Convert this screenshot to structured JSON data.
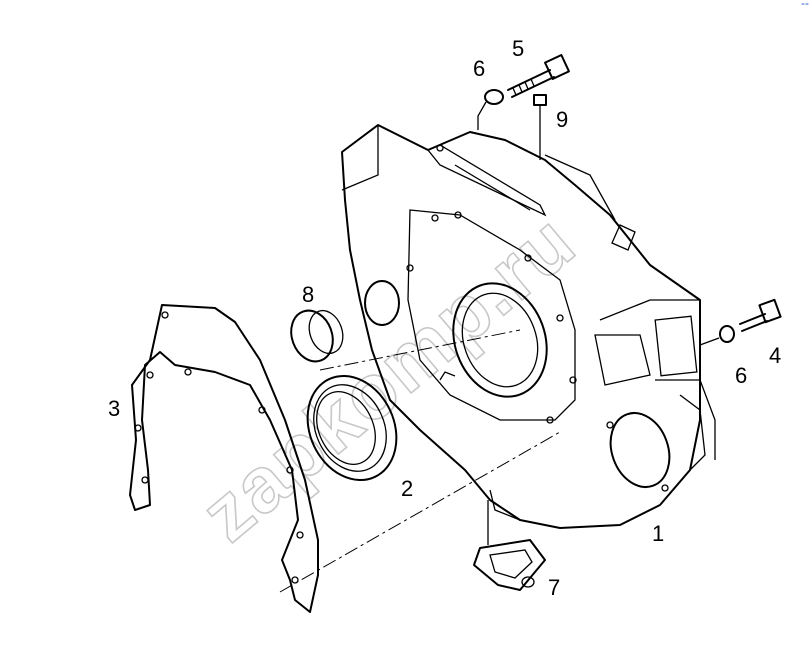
{
  "watermark": "zapkomp.ru",
  "corner_mark": "--",
  "callouts": [
    {
      "id": "c1",
      "label": "1"
    },
    {
      "id": "c2",
      "label": "2"
    },
    {
      "id": "c3",
      "label": "3"
    },
    {
      "id": "c4",
      "label": "4"
    },
    {
      "id": "c5",
      "label": "5"
    },
    {
      "id": "c6a",
      "label": "6"
    },
    {
      "id": "c6b",
      "label": "6"
    },
    {
      "id": "c7",
      "label": "7"
    },
    {
      "id": "c8",
      "label": "8"
    },
    {
      "id": "c9",
      "label": "9"
    }
  ],
  "colors": {
    "line": "#000000",
    "watermark": "#c8c8c8",
    "corner_mark": "#2f5fd0"
  }
}
